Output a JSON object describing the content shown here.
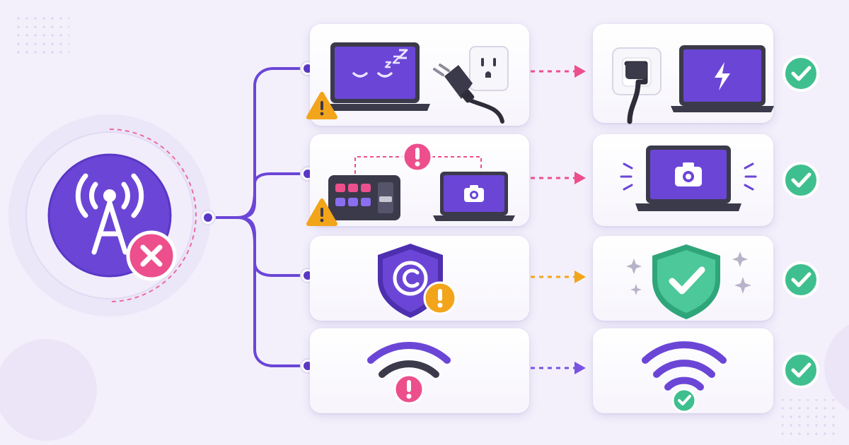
{
  "diagram": {
    "source": {
      "icon": "broadcast-tower-icon",
      "status_icon": "error-x-icon"
    },
    "problems": [
      {
        "id": "sleep",
        "icons": [
          "sleeping-laptop-icon",
          "power-plug-icon",
          "wall-outlet-icon",
          "warning-icon"
        ]
      },
      {
        "id": "capture",
        "icons": [
          "capture-device-icon",
          "laptop-camera-icon",
          "error-alert-icon",
          "warning-icon"
        ]
      },
      {
        "id": "copyright",
        "icons": [
          "copyright-shield-icon",
          "warning-icon"
        ]
      },
      {
        "id": "network",
        "icons": [
          "weak-wifi-icon",
          "error-alert-icon"
        ]
      }
    ],
    "solutions": [
      {
        "id": "plugged-in",
        "icons": [
          "wall-outlet-icon",
          "charging-laptop-icon",
          "check-icon"
        ]
      },
      {
        "id": "camera-on",
        "icons": [
          "laptop-camera-icon",
          "check-icon"
        ]
      },
      {
        "id": "protected",
        "icons": [
          "shield-check-icon",
          "sparkle-icon",
          "check-icon"
        ]
      },
      {
        "id": "strong-wifi",
        "icons": [
          "strong-wifi-icon",
          "check-icon"
        ]
      }
    ],
    "colors": {
      "purple": "#6b46d6",
      "purple_dark": "#4d2fb0",
      "pink": "#ec4f8c",
      "orange": "#f2a51a",
      "green": "#3fbf8f",
      "dark": "#3b3a4a",
      "background": "#f3f0fb"
    }
  }
}
